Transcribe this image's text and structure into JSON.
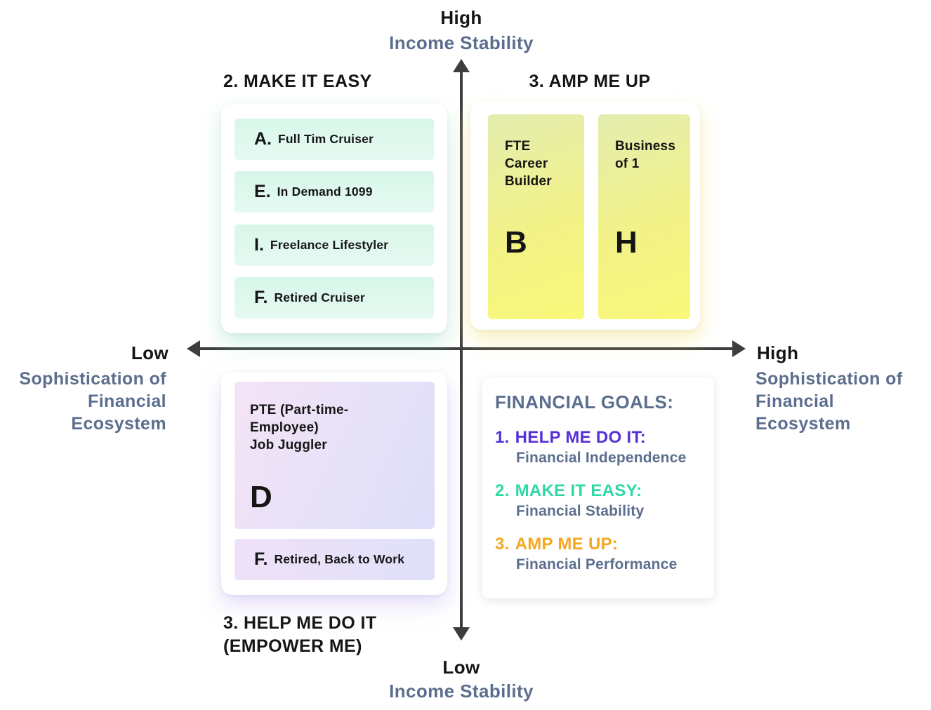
{
  "colors": {
    "axis": "#3d3d3d",
    "text_black": "#151515",
    "blue_gray": "#5b6e8e",
    "goal1_purple": "#5630d8",
    "goal2_teal": "#2ed9a6",
    "goal3_orange": "#f4a720",
    "mint_row": "#d8f6e9",
    "yellow_card_top": "#e4edb0",
    "yellow_card_bottom": "#f9f87a",
    "lavender_pink": "#f4e3f6",
    "lavender_blue": "#dcdef8"
  },
  "axes": {
    "top": {
      "level": "High",
      "label": "Income Stability"
    },
    "bottom": {
      "level": "Low",
      "label": "Income Stability"
    },
    "left": {
      "level": "Low",
      "lines": {
        "l1": "Sophistication of",
        "l2": "Financial",
        "l3": "Ecosystem"
      }
    },
    "right": {
      "level": "High",
      "lines": {
        "l1": "Sophistication of",
        "l2": "Financial",
        "l3": "Ecosystem"
      }
    }
  },
  "quadrants": {
    "make_it_easy": {
      "heading": "2. MAKE IT EASY",
      "items": [
        {
          "letter": "A.",
          "label": "Full Tim Cruiser"
        },
        {
          "letter": "E.",
          "label": "In Demand 1099"
        },
        {
          "letter": "I.",
          "label": "Freelance Lifestyler"
        },
        {
          "letter": "F.",
          "label": "Retired Cruiser"
        }
      ]
    },
    "amp_me_up": {
      "heading": "3. AMP ME UP",
      "cards": [
        {
          "title": "FTE\nCareer\nBuilder",
          "letter": "B"
        },
        {
          "title": "Business\nof 1",
          "letter": "H"
        }
      ]
    },
    "help_me_do_it": {
      "heading_line1": "3. HELP ME DO IT",
      "heading_line2": "(EMPOWER ME)",
      "card": {
        "title": "PTE (Part-time-\nEmployee)\nJob Juggler",
        "letter": "D"
      },
      "row": {
        "letter": "F.",
        "label": "Retired, Back to Work"
      }
    }
  },
  "legend": {
    "title": "FINANCIAL GOALS:",
    "entries": [
      {
        "number": "1.",
        "name": "HELP ME DO IT:",
        "description": "Financial Independence"
      },
      {
        "number": "2.",
        "name": "MAKE IT EASY:",
        "description": "Financial Stability"
      },
      {
        "number": "3.",
        "name": "AMP ME UP:",
        "description": "Financial Performance"
      }
    ]
  }
}
